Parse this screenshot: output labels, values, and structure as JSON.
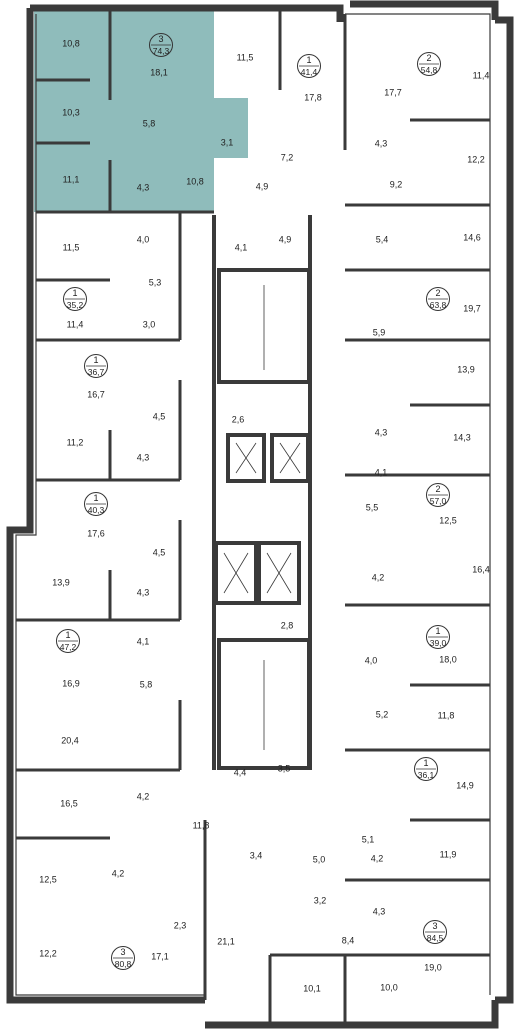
{
  "highlight_color": "#8fbcbb",
  "wall_color": "#3a3a3a",
  "apartments": [
    {
      "rooms": "3",
      "area": "74,3",
      "highlighted": true
    },
    {
      "rooms": "1",
      "area": "41,4"
    },
    {
      "rooms": "2",
      "area": "54,8"
    },
    {
      "rooms": "1",
      "area": "35,2"
    },
    {
      "rooms": "2",
      "area": "63,8"
    },
    {
      "rooms": "1",
      "area": "36,7"
    },
    {
      "rooms": "1",
      "area": "40,3"
    },
    {
      "rooms": "2",
      "area": "57,0"
    },
    {
      "rooms": "1",
      "area": "47,2"
    },
    {
      "rooms": "1",
      "area": "39,0"
    },
    {
      "rooms": "1",
      "area": "36,1"
    },
    {
      "rooms": "3",
      "area": "80,8"
    },
    {
      "rooms": "3",
      "area": "84,5"
    }
  ],
  "room_labels": [
    "10,8",
    "18,1",
    "10,3",
    "5,8",
    "3,1",
    "11,1",
    "4,3",
    "10,8",
    "11,5",
    "17,8",
    "7,2",
    "4,9",
    "17,7",
    "11,4",
    "4,3",
    "12,2",
    "9,2",
    "11,5",
    "4,0",
    "4,1",
    "4,9",
    "5,4",
    "14,6",
    "5,3",
    "11,4",
    "3,0",
    "19,7",
    "5,9",
    "16,7",
    "4,5",
    "13,9",
    "4,3",
    "2,6",
    "11,2",
    "4,3",
    "4,1",
    "14,3",
    "5,5",
    "17,6",
    "4,5",
    "12,5",
    "13,9",
    "4,3",
    "4,2",
    "16,4",
    "4,1",
    "16,9",
    "2,8",
    "5,8",
    "4,0",
    "18,0",
    "20,4",
    "5,2",
    "11,8",
    "4,2",
    "16,5",
    "14,9",
    "4,4",
    "3,5",
    "5,1",
    "11,8",
    "3,4",
    "5,0",
    "12,5",
    "4,2",
    "4,2",
    "11,9",
    "2,3",
    "3,2",
    "4,3",
    "12,2",
    "17,1",
    "21,1",
    "8,4",
    "19,0",
    "10,1",
    "10,0"
  ]
}
